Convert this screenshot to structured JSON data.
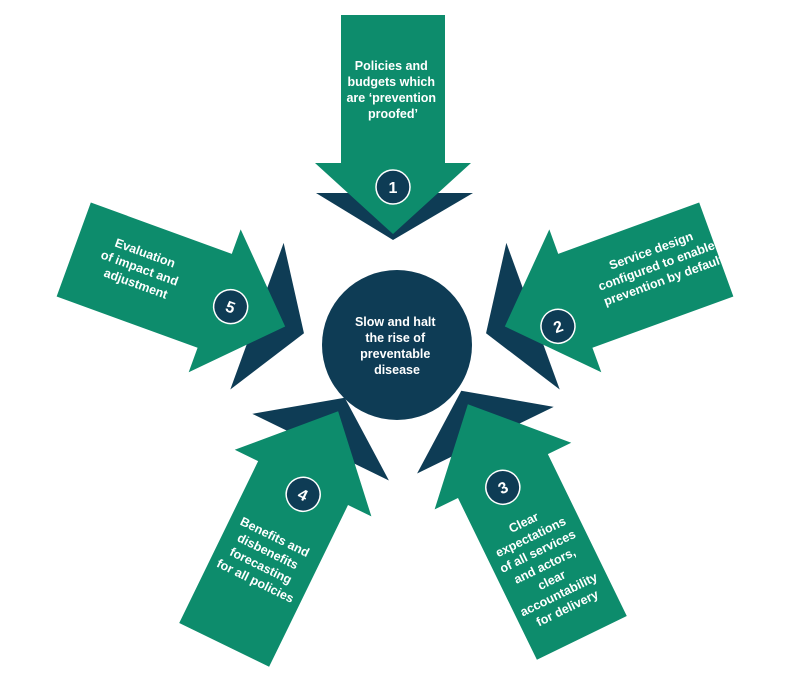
{
  "colors": {
    "green": "#0d8c6c",
    "navy": "#0e3c55",
    "text": "#ffffff"
  },
  "center": {
    "lines": [
      "Slow and halt",
      "the rise of",
      "preventable",
      "disease"
    ]
  },
  "arrows": [
    {
      "number": "1",
      "lines": [
        "Policies and",
        "budgets which",
        "are ‘prevention",
        "proofed’"
      ]
    },
    {
      "number": "2",
      "lines": [
        "Service design",
        "configured to enable",
        "prevention by default"
      ]
    },
    {
      "number": "3",
      "lines": [
        "Clear",
        "expectations",
        "of all services",
        "and actors,",
        "clear",
        "accountability",
        "for delivery"
      ]
    },
    {
      "number": "4",
      "lines": [
        "Benefits and",
        "disbenefits",
        "forecasting",
        "for all policies"
      ]
    },
    {
      "number": "5",
      "lines": [
        "Evaluation",
        "of impact and",
        "adjustment"
      ]
    }
  ]
}
